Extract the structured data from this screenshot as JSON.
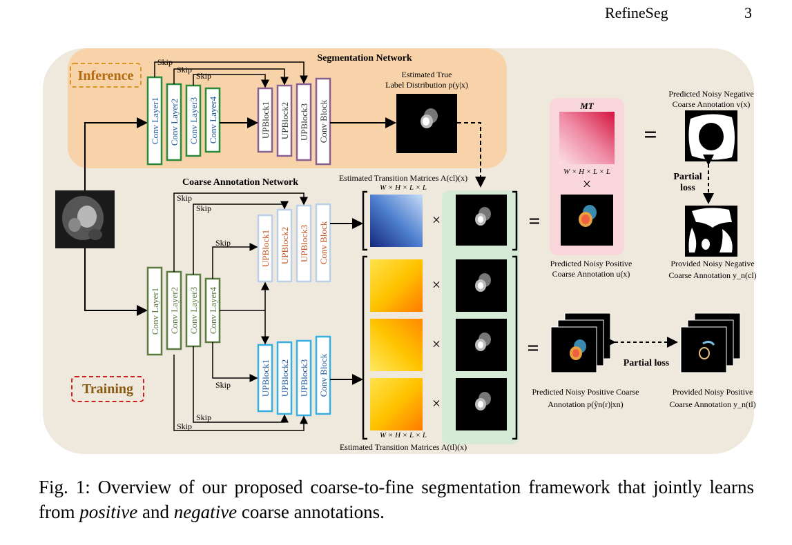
{
  "header": {
    "running_title": "RefineSeg",
    "page_number": "3"
  },
  "figure": {
    "inference_tag": "Inference",
    "training_tag": "Training",
    "segmentation_network_title": "Segmentation Network",
    "coarse_network_title": "Coarse Annotation Network",
    "skip_label": "Skip",
    "conv_layers": [
      "Conv Layer1",
      "Conv Layer2",
      "Conv Layer3",
      "Conv Layer4"
    ],
    "up_blocks": [
      "UPBlock1",
      "UPBlock2",
      "UPBlock3"
    ],
    "conv_block": "Conv Block",
    "estimated_true_line1": "Estimated True",
    "estimated_true_line2": "Label Distribution p(y|x)",
    "transition_top": "Estimated Transition Matrices A(cl)(x)",
    "transition_bottom": "Estimated Transition Matrices A(tl)(x)",
    "matrix_dims": "W × H × L × L",
    "mt_label": "MT",
    "mt_dims": "W × H × L × L",
    "times": "×",
    "equals": "=",
    "pred_neg_line1": "Predicted Noisy Negative",
    "pred_neg_line2": "Coarse Annotation v(x)",
    "partial_loss_line1": "Partial",
    "partial_loss_line2": "loss",
    "partial_loss": "Partial loss",
    "pred_pos_line1": "Predicted Noisy Positive",
    "pred_pos_line2": "Coarse Annotation u(x)",
    "prov_neg_line1": "Provided Noisy Negative",
    "prov_neg_line2": "Coarse Annotation y_n(cl)",
    "pred_pos_coarse_line1": "Predicted Noisy Positive Coarse",
    "pred_pos_coarse_line2": "Annotation p(ŷn(r)|xn)",
    "prov_pos_line1": "Provided Noisy Positive",
    "prov_pos_line2": "Coarse Annotation y_n(tl)"
  },
  "caption": {
    "prefix": "Fig. 1: Overview of our proposed coarse-to-fine segmentation framework that jointly learns from ",
    "em1": "positive",
    "mid": " and ",
    "em2": "negative",
    "suffix": " coarse annotations."
  }
}
